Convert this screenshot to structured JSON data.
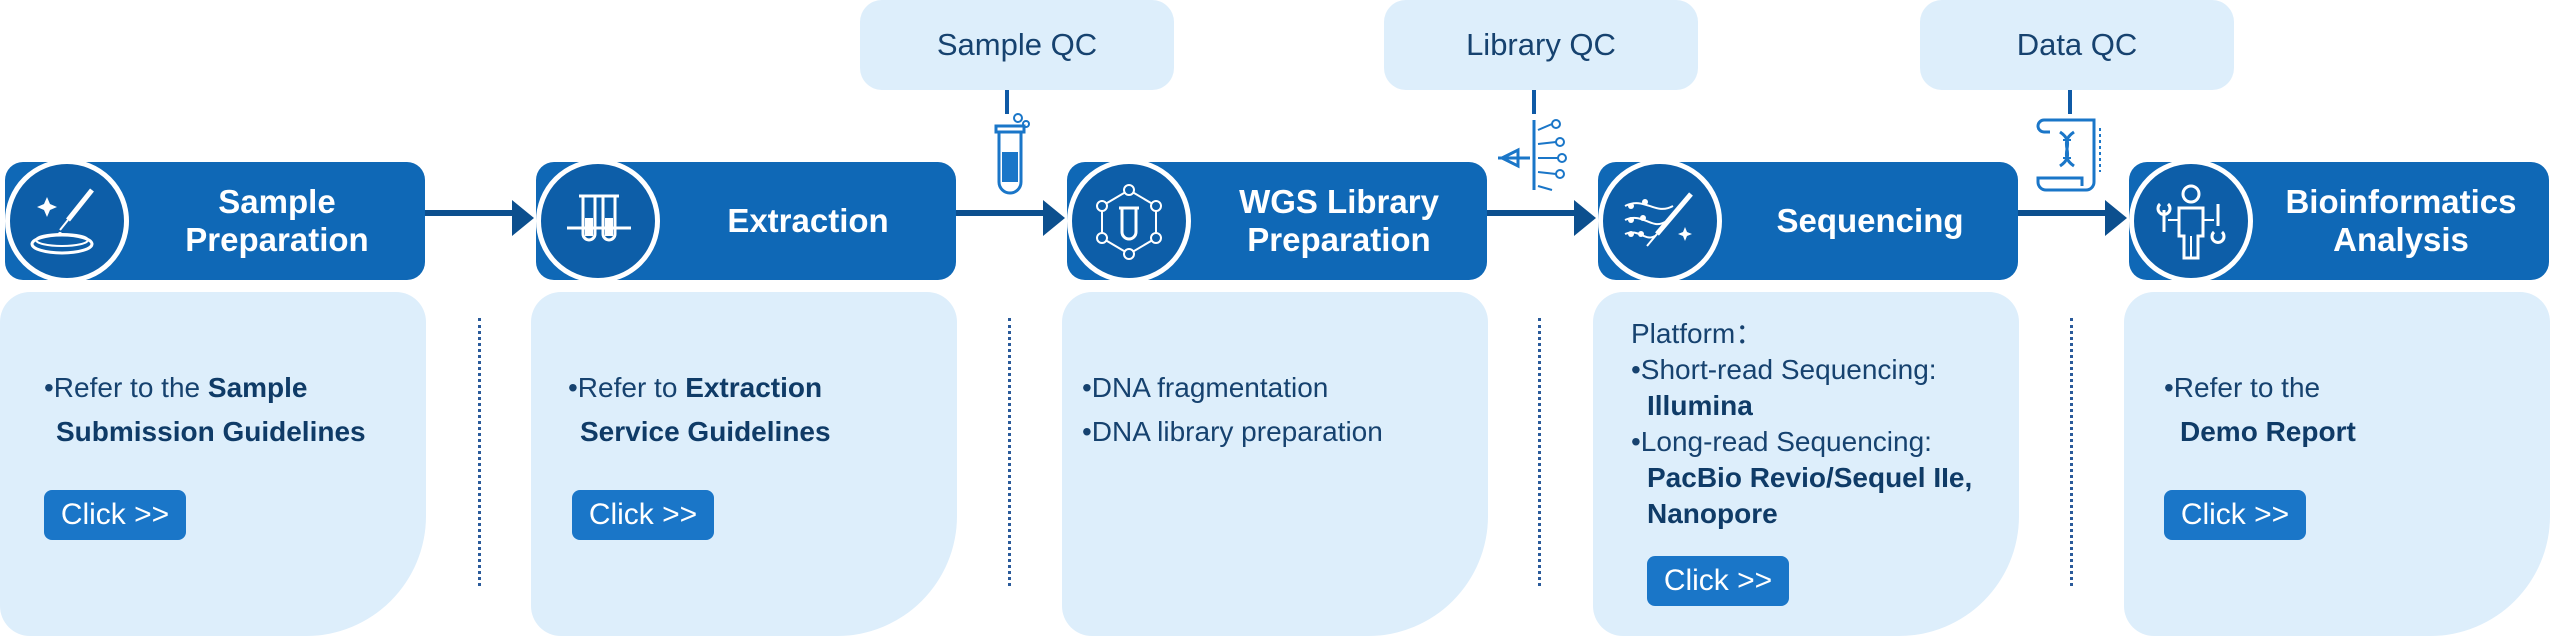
{
  "qc": [
    {
      "label": "Sample QC"
    },
    {
      "label": "Library QC"
    },
    {
      "label": "Data QC"
    }
  ],
  "steps": [
    {
      "title": "Sample\nPreparation",
      "icon": "petri-dish-dropper-icon"
    },
    {
      "title": "Extraction",
      "icon": "test-tubes-icon"
    },
    {
      "title": "WGS Library\nPreparation",
      "icon": "dna-network-icon"
    },
    {
      "title": "Sequencing",
      "icon": "sequencing-dropper-icon"
    },
    {
      "title": "Bioinformatics\nAnalysis",
      "icon": "person-tools-icon"
    }
  ],
  "cards": {
    "sample": {
      "prefix": "•Refer to the ",
      "bold1": "Sample",
      "bold2": "Submission Guidelines",
      "button": "Click >>"
    },
    "extraction": {
      "prefix": "•Refer to ",
      "bold1": "Extraction",
      "bold2": "Service Guidelines",
      "button": "Click >>"
    },
    "library": {
      "items": [
        "•DNA fragmentation",
        "•DNA library preparation"
      ]
    },
    "sequencing": {
      "platform": "Platform：",
      "short_label": "•Short-read Sequencing:",
      "short_value": "Illumina",
      "long_label": "•Long-read Sequencing:",
      "long_value1": "PacBio Revio/Sequel IIe,",
      "long_value2": "Nanopore",
      "button": "Click >>"
    },
    "bioinfo": {
      "prefix": "•Refer to the",
      "bold1": "Demo Report",
      "button": "Click >>"
    }
  },
  "colors": {
    "primary": "#0f68b6",
    "dark": "#0c4f8e",
    "card_bg": "#ddeefb",
    "button": "#1a76c8",
    "text": "#16426f"
  }
}
